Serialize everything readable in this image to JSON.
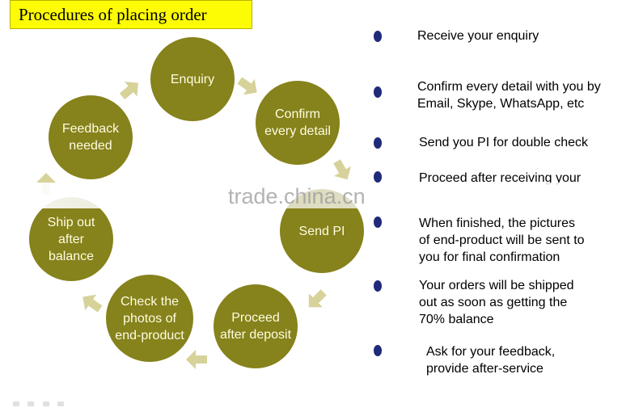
{
  "title": "Procedures of placing order",
  "colors": {
    "circle": "#86821c",
    "arrow": "#d6d29a",
    "bullet": "#1f2a7a",
    "title_bg": "#fdfc04"
  },
  "cycle": [
    {
      "label": "Enquiry"
    },
    {
      "label": "Confirm\nevery detail"
    },
    {
      "label": "Send PI"
    },
    {
      "label": "Proceed\nafter deposit"
    },
    {
      "label": "Check the\nphotos of\nend-product"
    },
    {
      "label": "Ship out\nafter\nbalance"
    },
    {
      "label": "Feedback\nneeded"
    }
  ],
  "steps": [
    {
      "text": "Receive your enquiry"
    },
    {
      "text": "Confirm every detail with you by\nEmail, Skype, WhatsApp, etc"
    },
    {
      "text": "Send you PI for double check"
    },
    {
      "text": "Proceed after receiving your"
    },
    {
      "text": "When finished, the pictures\nof end-product will be sent to\nyou for final confirmation"
    },
    {
      "text": "Your orders will be shipped\nout as soon as getting the\n70% balance"
    },
    {
      "text": "Ask for your feedback,\nprovide after-service"
    }
  ],
  "watermark": "trade.china.cn"
}
